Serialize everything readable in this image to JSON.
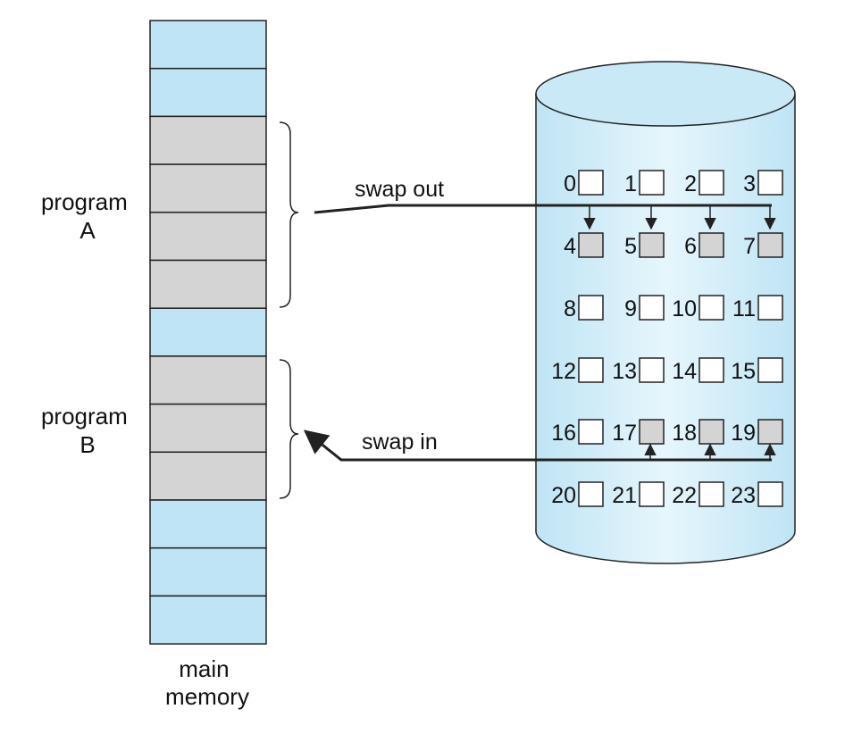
{
  "program_a": {
    "line1": "program",
    "line2": "A"
  },
  "program_b": {
    "line1": "program",
    "line2": "B"
  },
  "memory_label": {
    "line1": "main",
    "line2": "memory"
  },
  "swap_out_label": "swap out",
  "swap_in_label": "swap in",
  "memory_blocks": [
    {
      "state": "free"
    },
    {
      "state": "free"
    },
    {
      "state": "program-a"
    },
    {
      "state": "program-a"
    },
    {
      "state": "program-a"
    },
    {
      "state": "program-a"
    },
    {
      "state": "free"
    },
    {
      "state": "program-b"
    },
    {
      "state": "program-b"
    },
    {
      "state": "program-b"
    },
    {
      "state": "free"
    },
    {
      "state": "free"
    },
    {
      "state": "free"
    }
  ],
  "disk_blocks": [
    {
      "label": "0",
      "filled": false
    },
    {
      "label": "1",
      "filled": false
    },
    {
      "label": "2",
      "filled": false
    },
    {
      "label": "3",
      "filled": false
    },
    {
      "label": "4",
      "filled": true
    },
    {
      "label": "5",
      "filled": true
    },
    {
      "label": "6",
      "filled": true
    },
    {
      "label": "7",
      "filled": true
    },
    {
      "label": "8",
      "filled": false
    },
    {
      "label": "9",
      "filled": false
    },
    {
      "label": "10",
      "filled": false
    },
    {
      "label": "11",
      "filled": false
    },
    {
      "label": "12",
      "filled": false
    },
    {
      "label": "13",
      "filled": false
    },
    {
      "label": "14",
      "filled": false
    },
    {
      "label": "15",
      "filled": false
    },
    {
      "label": "16",
      "filled": false
    },
    {
      "label": "17",
      "filled": true
    },
    {
      "label": "18",
      "filled": true
    },
    {
      "label": "19",
      "filled": true
    },
    {
      "label": "20",
      "filled": false
    },
    {
      "label": "21",
      "filled": false
    },
    {
      "label": "22",
      "filled": false
    },
    {
      "label": "23",
      "filled": false
    }
  ],
  "colors": {
    "free_block": "#bfe4f5",
    "program_block": "#d4d4d4",
    "disk_body": "#c9e9f7",
    "disk_highlight": "#e6f6fc",
    "outline": "#222222"
  }
}
